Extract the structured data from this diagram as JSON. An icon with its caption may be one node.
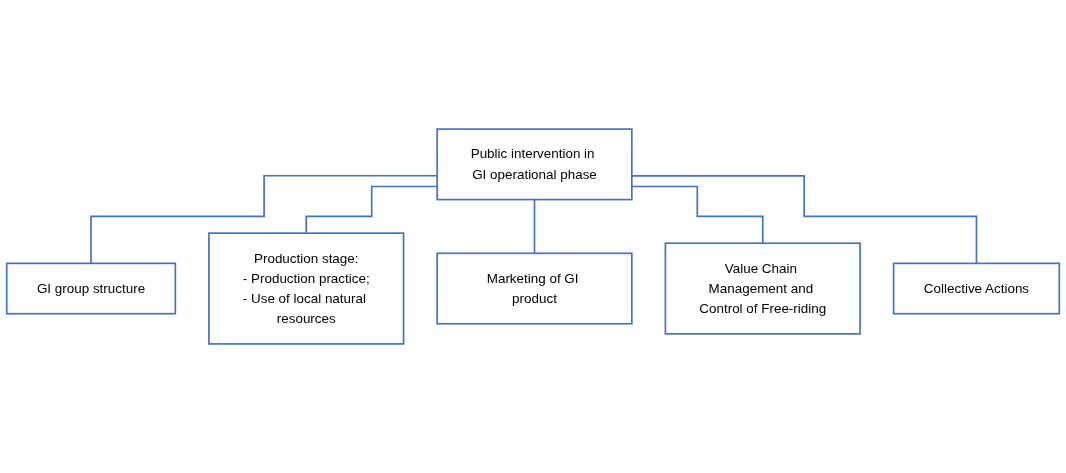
{
  "diagram": {
    "nodes": [
      {
        "text": [
          "Public intervention in GI operational phase"
        ]
      },
      {
        "text": [
          "GI group structure"
        ]
      },
      {
        "text": [
          "Production stage:",
          "- Production practice;",
          "- Use of local natural resources"
        ]
      },
      {
        "text": [
          "Marketing of GI product"
        ]
      },
      {
        "text": [
          "Value Chain Management and Control of Free-riding"
        ]
      },
      {
        "text": [
          "Collective Actions"
        ]
      }
    ],
    "edges": [
      {
        "from": 0,
        "to": 1,
        "arrow": "none"
      },
      {
        "from": 0,
        "to": 2,
        "arrow": "none"
      },
      {
        "from": 0,
        "to": 3,
        "arrow": "none"
      },
      {
        "from": 0,
        "to": 4,
        "arrow": "none"
      },
      {
        "from": 0,
        "to": 5,
        "arrow": "none"
      }
    ]
  }
}
